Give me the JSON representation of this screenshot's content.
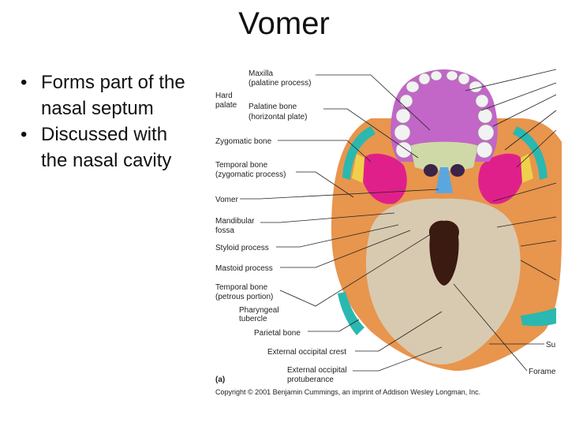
{
  "slide": {
    "title": "Vomer",
    "bullets": [
      {
        "dot": "•",
        "text": "Forms part of the nasal septum"
      },
      {
        "dot": "•",
        "text": "Discussed with the nasal cavity"
      }
    ]
  },
  "figure": {
    "labels": {
      "maxilla": "Maxilla",
      "maxilla_sub": "(palatine process)",
      "hard_palate_1": "Hard",
      "hard_palate_2": "palate",
      "palatine": "Palatine bone",
      "palatine_sub": "(horizontal plate)",
      "zygomatic": "Zygomatic bone",
      "temporal_zyg": "Temporal bone",
      "temporal_zyg_sub": "(zygomatic process)",
      "vomer": "Vomer",
      "mandibular_1": "Mandibular",
      "mandibular_2": "fossa",
      "styloid": "Styloid process",
      "mastoid": "Mastoid process",
      "temporal_pet": "Temporal bone",
      "temporal_pet_sub": "(petrous portion)",
      "pharyngeal_1": "Pharyngeal",
      "pharyngeal_2": "tubercle",
      "parietal": "Parietal bone",
      "ext_occ_crest": "External occipital crest",
      "ext_occ_prot_1": "External occipital",
      "ext_occ_prot_2": "protuberance",
      "sup_partial": "Su",
      "foramen_partial": "Forame",
      "panel": "(a)",
      "copyright": "Copyright © 2001 Benjamin Cummings, an imprint of Addison Wesley Longman, Inc."
    },
    "colors": {
      "maxilla": "#c266c7",
      "palatine": "#cfd9a8",
      "zygomatic": "#e0208a",
      "temporal": "#e8954d",
      "occipital": "#d8cab0",
      "vomer": "#5aa7e0",
      "parietal": "#2ab8b0",
      "sphenoid_bright": "#f0d04a",
      "teeth": "#f2f2f2",
      "lead": "#222222"
    }
  }
}
